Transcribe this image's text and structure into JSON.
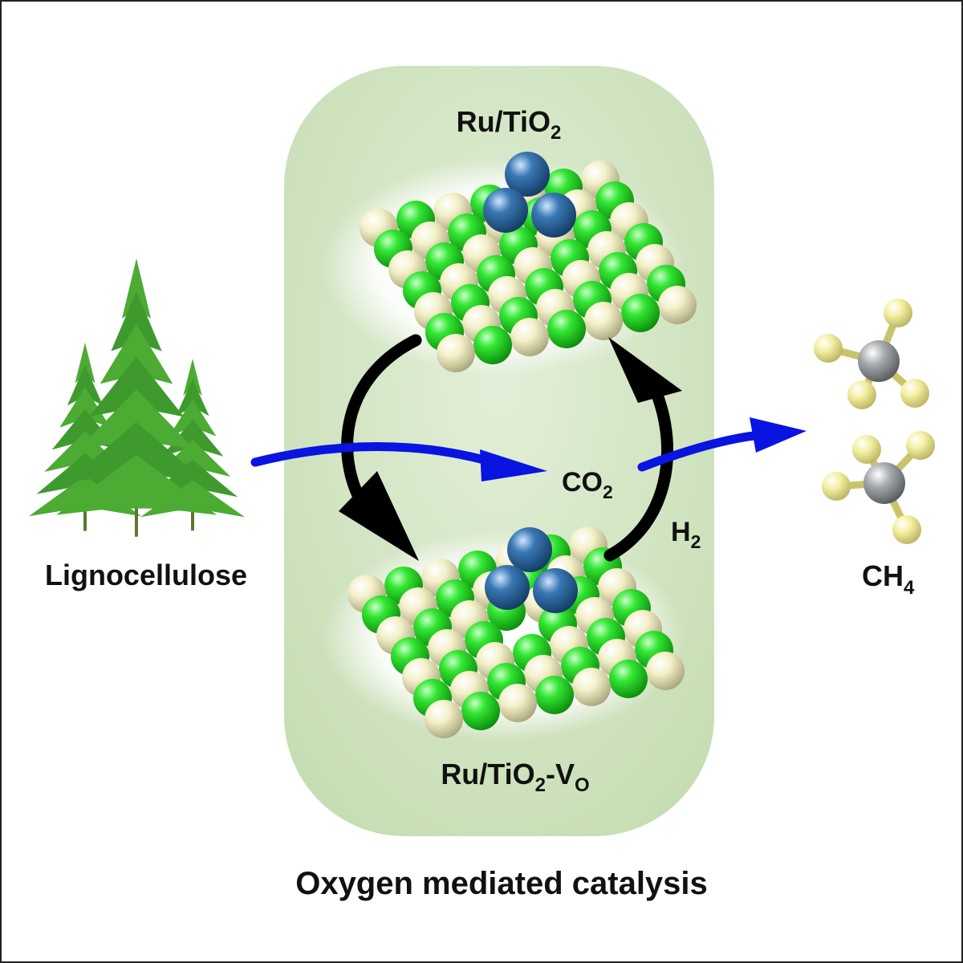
{
  "labels": {
    "catalyst_top": {
      "main": "Ru/TiO",
      "sub": "2"
    },
    "catalyst_bottom": {
      "main": "Ru/TiO",
      "sub": "2",
      "mid": "-V",
      "sub2": "O"
    },
    "co2": {
      "main": "CO",
      "sub": "2"
    },
    "h2": {
      "main": "H",
      "sub": "2"
    },
    "ch4": {
      "main": "CH",
      "sub": "4"
    },
    "feedstock": "Lignocellulose",
    "caption": "Oxygen mediated catalysis"
  },
  "colors": {
    "panel": "#cfe3bf",
    "ti_atom": "#2ee02e",
    "o_atom": "#f2efc4",
    "ru_atom": "#2f6aa0",
    "flow_arrow": "#0a14e0",
    "cycle_arrow": "#000000",
    "tree": "#3f9a2e",
    "carbon_atom": "#8f9396",
    "hydrogen_atom": "#f3ef9c"
  },
  "icons": [
    "pine-tree-icon",
    "methane-molecule-icon",
    "catalyst-surface-icon"
  ]
}
